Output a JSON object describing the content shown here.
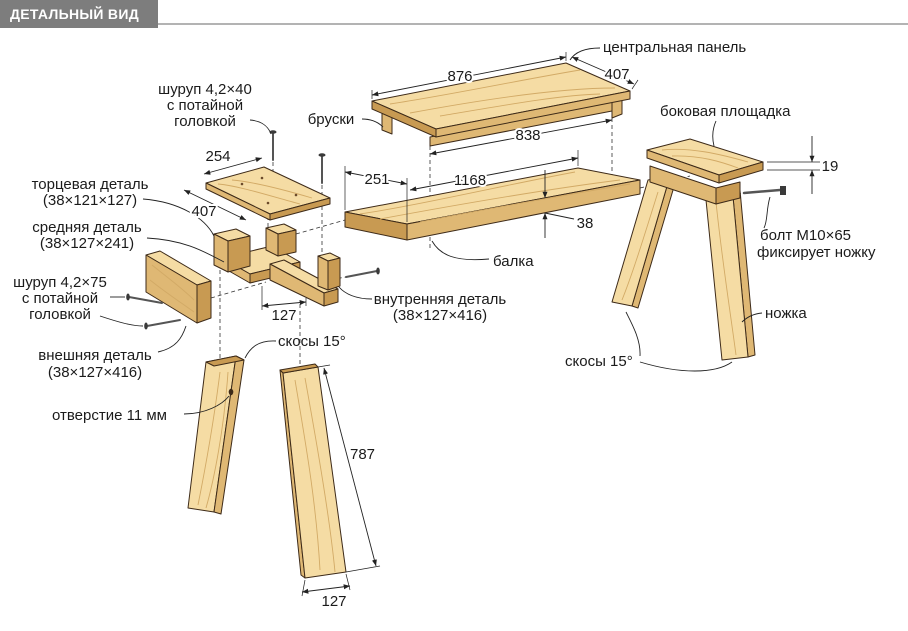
{
  "header": {
    "title": "ДЕТАЛЬНЫЙ ВИД"
  },
  "labels": {
    "central_panel": "центральная панель",
    "screw_40": [
      "шуруп 4,2×40",
      "с потайной",
      "головкой"
    ],
    "cleats": "бруски",
    "side_platform": "боковая площадка",
    "end_piece": [
      "торцевая деталь",
      "(38×121×127)"
    ],
    "bolt": [
      "болт М10×65",
      "фиксирует ножку"
    ],
    "middle_piece": [
      "средняя деталь",
      "(38×127×241)"
    ],
    "beam": "балка",
    "screw_75": [
      "шуруп 4,2×75",
      "с потайной",
      "головкой"
    ],
    "inner_piece": [
      "внутренняя деталь",
      "(38×127×416)"
    ],
    "leg": "ножка",
    "outer_piece": [
      "внешняя деталь",
      "(38×127×416)"
    ],
    "bevels_leg": "скосы 15°",
    "bevels_sawhorse": "скосы 15°",
    "hole": "отверстие 11 мм"
  },
  "dimensions": {
    "panel_length": "876",
    "panel_width": "407",
    "cleat_length": "838",
    "platform_thickness": "19",
    "plate_width": "254",
    "plate_length": "407",
    "beam_width": "251",
    "beam_length": "1168",
    "beam_thickness": "38",
    "assembly_width": "127",
    "leg_length": "787",
    "leg_width": "127"
  },
  "colors": {
    "wood": "#f5dca4",
    "wood_side": "#dfb874",
    "wood_dark": "#c89a52",
    "outline": "#3d2a18",
    "grain": "#d2aa66",
    "header_bg": "#7d7d7d",
    "text": "#1b1b1b"
  }
}
